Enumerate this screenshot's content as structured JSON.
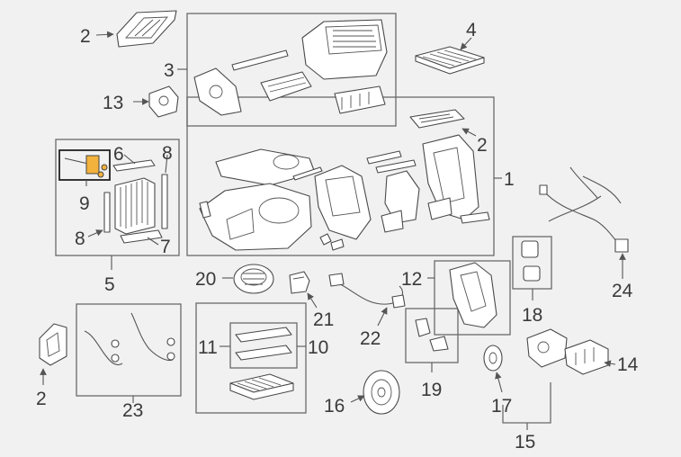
{
  "diagram": {
    "highlight_color": "#f3b23c",
    "callouts": [
      {
        "id": "c2a",
        "text": "2"
      },
      {
        "id": "c3",
        "text": "3"
      },
      {
        "id": "c4",
        "text": "4"
      },
      {
        "id": "c13",
        "text": "13"
      },
      {
        "id": "c2b",
        "text": "2"
      },
      {
        "id": "c1",
        "text": "1"
      },
      {
        "id": "c6",
        "text": "6"
      },
      {
        "id": "c8a",
        "text": "8"
      },
      {
        "id": "c9",
        "text": "9"
      },
      {
        "id": "c8b",
        "text": "8"
      },
      {
        "id": "c7",
        "text": "7"
      },
      {
        "id": "c5",
        "text": "5"
      },
      {
        "id": "c20",
        "text": "20"
      },
      {
        "id": "c21",
        "text": "21"
      },
      {
        "id": "c22",
        "text": "22"
      },
      {
        "id": "c12",
        "text": "12"
      },
      {
        "id": "c18",
        "text": "18"
      },
      {
        "id": "c24",
        "text": "24"
      },
      {
        "id": "c11",
        "text": "11"
      },
      {
        "id": "c10",
        "text": "10"
      },
      {
        "id": "c2c",
        "text": "2"
      },
      {
        "id": "c23",
        "text": "23"
      },
      {
        "id": "c16",
        "text": "16"
      },
      {
        "id": "c19",
        "text": "19"
      },
      {
        "id": "c17",
        "text": "17"
      },
      {
        "id": "c14",
        "text": "14"
      },
      {
        "id": "c15",
        "text": "15"
      }
    ]
  }
}
